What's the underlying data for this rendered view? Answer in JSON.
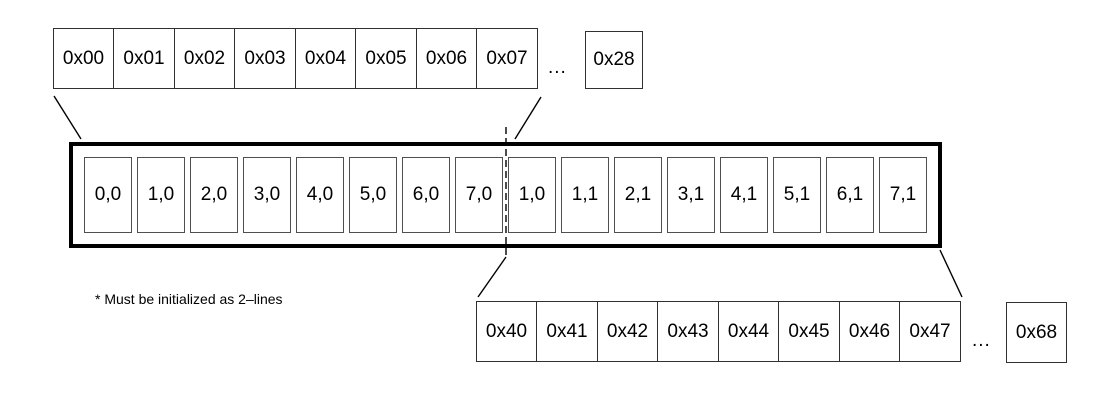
{
  "colors": {
    "ink": "#000000",
    "thin_border": "#303030",
    "buffer_cell_border": "#4f4f4f"
  },
  "top_row": {
    "cells": [
      "0x00",
      "0x01",
      "0x02",
      "0x03",
      "0x04",
      "0x05",
      "0x06",
      "0x07"
    ],
    "ellipsis": "...",
    "last_cell": "0x28"
  },
  "buffer": {
    "cells": [
      "0,0",
      "1,0",
      "2,0",
      "3,0",
      "4,0",
      "5,0",
      "6,0",
      "7,0",
      "1,0",
      "1,1",
      "2,1",
      "3,1",
      "4,1",
      "5,1",
      "6,1",
      "7,1"
    ]
  },
  "bottom_row": {
    "cells": [
      "0x40",
      "0x41",
      "0x42",
      "0x43",
      "0x44",
      "0x45",
      "0x46",
      "0x47"
    ],
    "ellipsis": "...",
    "last_cell": "0x68"
  },
  "footnote": "* Must be initialized as 2–lines"
}
